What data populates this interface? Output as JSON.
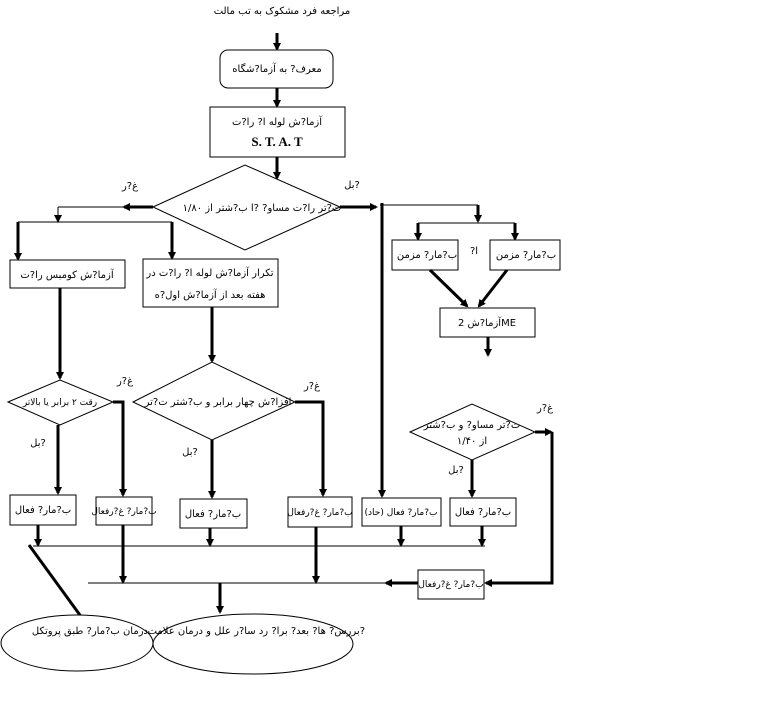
{
  "title": "مراجعه فرد مشکوک به تب مالت",
  "nodes": {
    "referral": "معرف? به آزما?شگاه",
    "stat_test": {
      "line1": "آزما?ش لوله ا? را?ت",
      "line2": "S. T. A. T"
    },
    "decision_titer_180": "ت?تر را?ت مساو? ?ا ب?شتر از ۱/۸۰",
    "chronic_left": "ب?مار? مزمن",
    "or_label": "?ا",
    "chronic_right": "ب?مار? مزمن",
    "test_2me": "آزما?ش 2ME",
    "coombs_test": "آزما?ش کومبس را?ت",
    "repeat_test": {
      "line1": "تکرار آزما?ش لوله ا? را?ت در",
      "line2": "هفته بعد از آزما?ش اول?ه"
    },
    "decision_dilution": "رقت   ۲ برابر یا بالاتر",
    "decision_fourfold": "افزا?ش چهار برابر و ب?شتر ت?تر",
    "decision_titer_140": {
      "line1": "ت?تر مساو? و ب?شتر",
      "line2": "از ۱/۴۰"
    },
    "result_active_1": "ب?مار? فعال",
    "result_inactive_1": "ب?مار? غ?رفعال",
    "result_active_2": "ب?مار? فعال",
    "result_inactive_2": "ب?مار? غ?رفعال",
    "result_active_acute": "ب?مار? فعال (حاد)",
    "result_active_3": "ب?مار? فعال",
    "result_inactive_3": "ب?مار? غ?رفعال",
    "treat_protocol": "درمان ب?مار? طبق پروتکل",
    "further_investigation": "بررس? ها? بعد? برا? رد سا?ر علل و درمان علامت?"
  },
  "labels": {
    "yes": "بل?",
    "no": "غ?ر"
  }
}
